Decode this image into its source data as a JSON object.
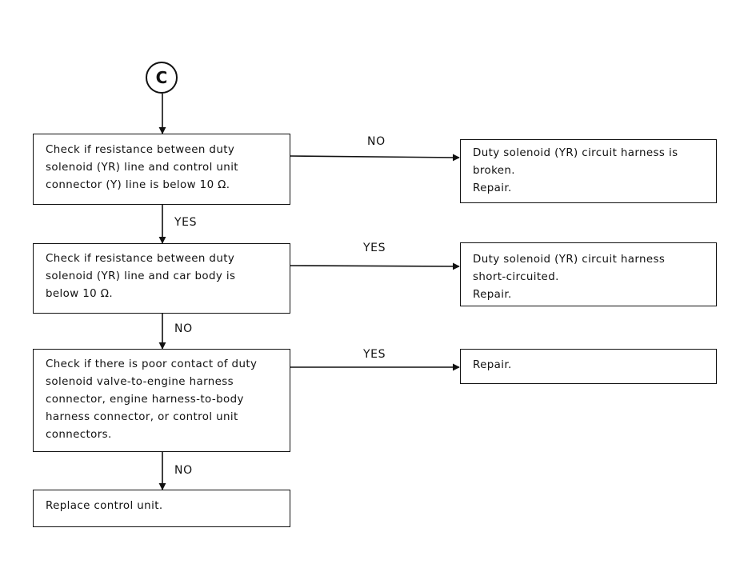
{
  "connector": {
    "label": "C"
  },
  "checks": [
    {
      "text": "Check if resistance between duty\nsolenoid (YR) line and control unit\nconnector (Y) line is below 10 Ω."
    },
    {
      "text": "Check if resistance between duty\nsolenoid (YR) line and car body is\nbelow 10 Ω."
    },
    {
      "text": "Check if there is poor contact of duty\nsolenoid valve-to-engine harness\nconnector, engine harness-to-body\nharness connector, or control unit\nconnectors."
    },
    {
      "text": "Replace control unit."
    }
  ],
  "results": [
    {
      "text": "Duty solenoid (YR) circuit harness is\nbroken.\nRepair."
    },
    {
      "text": "Duty solenoid (YR) circuit harness\nshort-circuited.\nRepair."
    },
    {
      "text": "Repair."
    }
  ],
  "branch_labels": {
    "check1_to_result1": "NO",
    "check1_to_check2": "YES",
    "check2_to_result2": "YES",
    "check2_to_check3": "NO",
    "check3_to_result3": "YES",
    "check3_to_check4": "NO"
  }
}
